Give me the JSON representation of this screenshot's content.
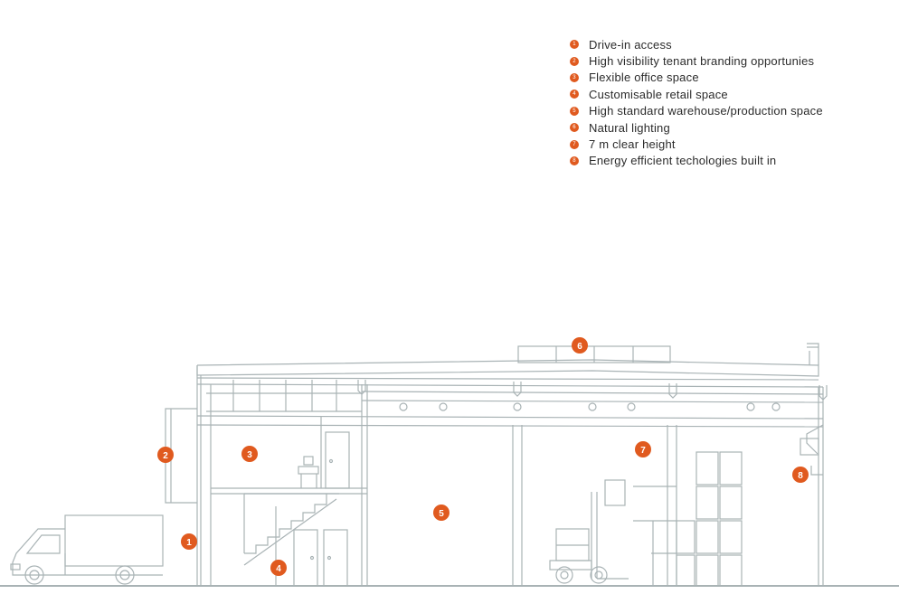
{
  "legend": {
    "items": [
      {
        "number": "1",
        "label": "Drive-in access"
      },
      {
        "number": "2",
        "label": "High visibility tenant branding opportunies"
      },
      {
        "number": "3",
        "label": "Flexible office space"
      },
      {
        "number": "4",
        "label": "Customisable retail space"
      },
      {
        "number": "5",
        "label": "High standard warehouse/production space"
      },
      {
        "number": "6",
        "label": "Natural lighting"
      },
      {
        "number": "7",
        "label": "7 m clear height"
      },
      {
        "number": "8",
        "label": "Energy efficient techologies built in"
      }
    ]
  },
  "markers": [
    "1",
    "2",
    "3",
    "4",
    "5",
    "6",
    "7",
    "8"
  ],
  "colors": {
    "accent": "#e05a1f",
    "line": "#a9b3b5",
    "text": "#2b2b2b"
  }
}
